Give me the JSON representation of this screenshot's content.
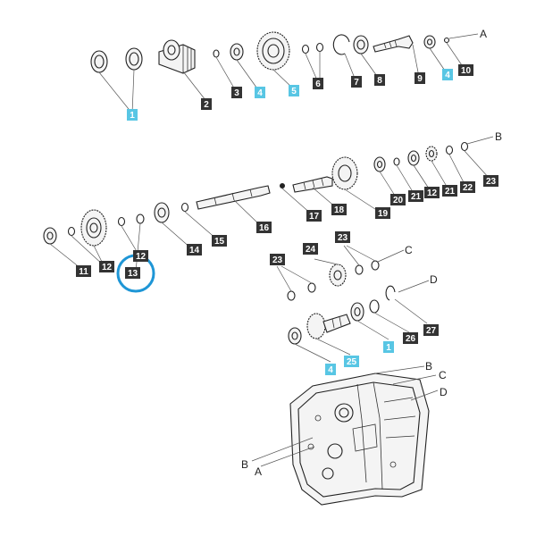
{
  "colors": {
    "tag_dark": "#333333",
    "tag_accent": "#58c6e4",
    "highlight": "#1e96d6"
  },
  "tags": [
    {
      "id": "t1a",
      "text": "1",
      "accent": true
    },
    {
      "id": "t2",
      "text": "2",
      "accent": false
    },
    {
      "id": "t3",
      "text": "3",
      "accent": false
    },
    {
      "id": "t4a",
      "text": "4",
      "accent": true
    },
    {
      "id": "t5",
      "text": "5",
      "accent": true
    },
    {
      "id": "t6",
      "text": "6",
      "accent": false
    },
    {
      "id": "t7",
      "text": "7",
      "accent": false
    },
    {
      "id": "t8",
      "text": "8",
      "accent": false
    },
    {
      "id": "t9",
      "text": "9",
      "accent": false
    },
    {
      "id": "t4b",
      "text": "4",
      "accent": true
    },
    {
      "id": "t10",
      "text": "10",
      "accent": false
    },
    {
      "id": "t11",
      "text": "11",
      "accent": false
    },
    {
      "id": "t12a",
      "text": "12",
      "accent": false
    },
    {
      "id": "t12b",
      "text": "12",
      "accent": false
    },
    {
      "id": "t13",
      "text": "13",
      "accent": false
    },
    {
      "id": "t14",
      "text": "14",
      "accent": false
    },
    {
      "id": "t15",
      "text": "15",
      "accent": false
    },
    {
      "id": "t16",
      "text": "16",
      "accent": false
    },
    {
      "id": "t17",
      "text": "17",
      "accent": false
    },
    {
      "id": "t18",
      "text": "18",
      "accent": false
    },
    {
      "id": "t19",
      "text": "19",
      "accent": false
    },
    {
      "id": "t20",
      "text": "20",
      "accent": false
    },
    {
      "id": "t21a",
      "text": "21",
      "accent": false
    },
    {
      "id": "t12c",
      "text": "12",
      "accent": false
    },
    {
      "id": "t21b",
      "text": "21",
      "accent": false
    },
    {
      "id": "t22",
      "text": "22",
      "accent": false
    },
    {
      "id": "t23a",
      "text": "23",
      "accent": false
    },
    {
      "id": "t23b",
      "text": "23",
      "accent": false
    },
    {
      "id": "t24",
      "text": "24",
      "accent": false
    },
    {
      "id": "t23c",
      "text": "23",
      "accent": false
    },
    {
      "id": "t1b",
      "text": "1",
      "accent": true
    },
    {
      "id": "t26",
      "text": "26",
      "accent": false
    },
    {
      "id": "t27",
      "text": "27",
      "accent": false
    },
    {
      "id": "t4c",
      "text": "4",
      "accent": true
    },
    {
      "id": "t25",
      "text": "25",
      "accent": true
    }
  ],
  "letters": {
    "a_top": "A",
    "b_top": "B",
    "c_mid": "C",
    "d_mid": "D",
    "b_case_right": "B",
    "c_case_right": "C",
    "d_case_right": "D",
    "b_case_left": "B",
    "a_case_left": "A"
  },
  "highlighted_part": "13"
}
